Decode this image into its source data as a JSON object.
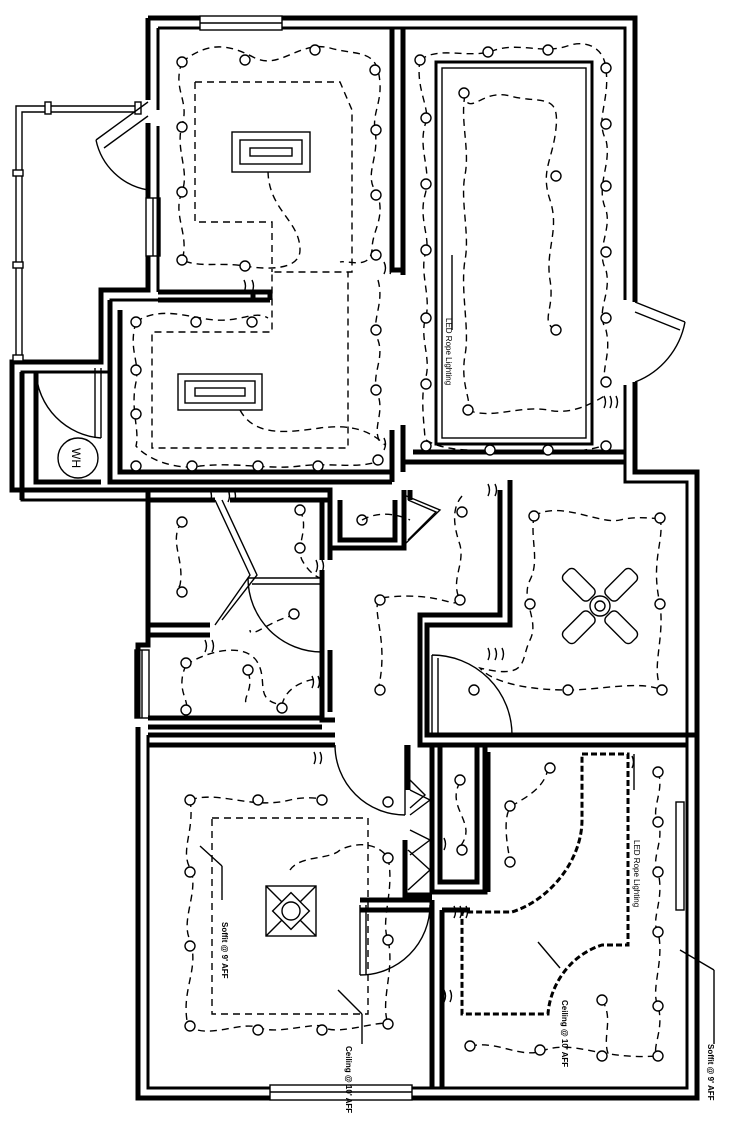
{
  "labels": {
    "led_rope_top": "LED Rope Lighting",
    "led_rope_right": "LED Rope Lighting",
    "water_heater": "WH",
    "soffit_left": "Soffit @ 9' AFF",
    "ceiling_left": "Ceiling @ 10' AFF",
    "ceiling_right": "Ceiling @ 10' AFF",
    "soffit_right": "Soffit @ 9' AFF"
  }
}
